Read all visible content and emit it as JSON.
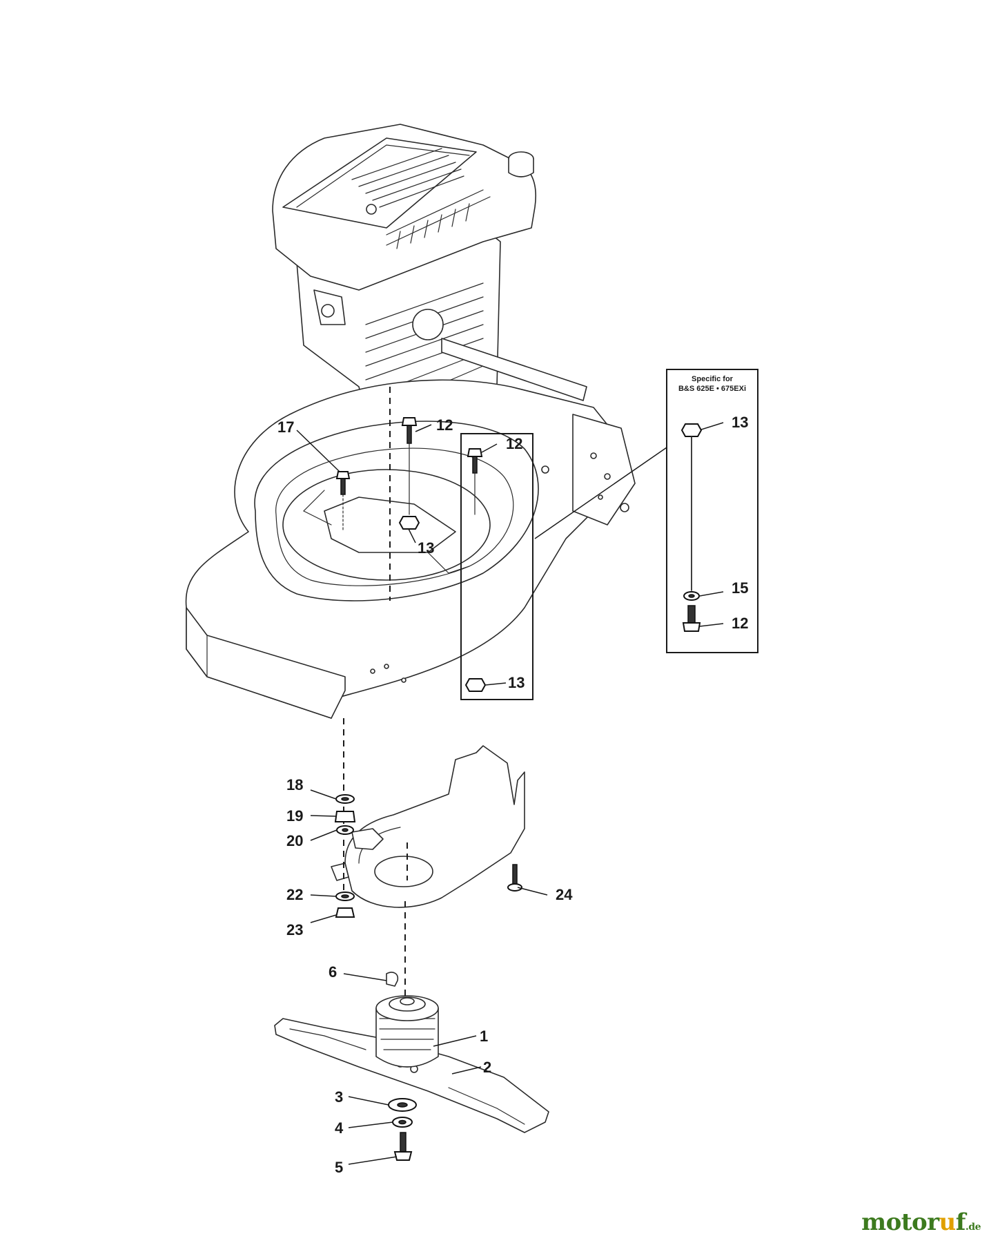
{
  "callouts": {
    "c1": "1",
    "c2": "2",
    "c3": "3",
    "c4": "4",
    "c5": "5",
    "c6": "6",
    "c12a": "12",
    "c12b": "12",
    "c12c": "12",
    "c13a": "13",
    "c13b": "13",
    "c13c": "13",
    "c15": "15",
    "c17": "17",
    "c18": "18",
    "c19": "19",
    "c20": "20",
    "c22": "22",
    "c23": "23",
    "c24": "24"
  },
  "specific_box": {
    "line1": "Specific for",
    "line2": "B&S 625E • 675EXi"
  },
  "watermark": {
    "part1": "motor",
    "part2": "u",
    "part3": "f",
    "tld": ".de"
  }
}
